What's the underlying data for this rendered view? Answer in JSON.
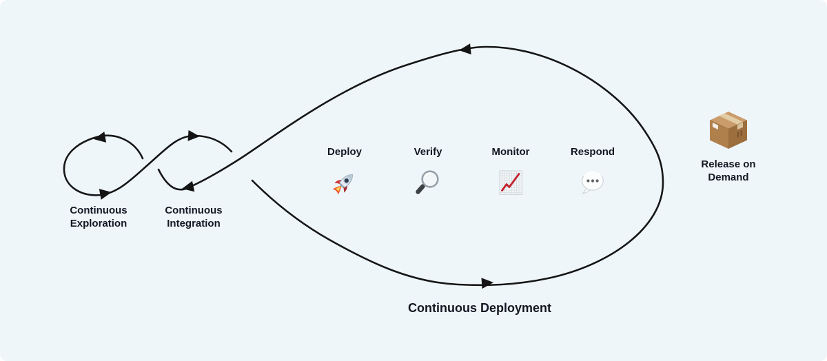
{
  "colors": {
    "background": "#eef6fa",
    "line": "#161616",
    "text": "#131722",
    "chart_line_red": "#c2232e"
  },
  "loops": {
    "exploration": {
      "line1": "Continuous",
      "line2": "Exploration"
    },
    "integration": {
      "line1": "Continuous",
      "line2": "Integration"
    },
    "deployment": {
      "label": "Continuous Deployment"
    }
  },
  "stages": [
    {
      "label": "Deploy",
      "icon": "rocket-icon"
    },
    {
      "label": "Verify",
      "icon": "magnifying-glass-icon"
    },
    {
      "label": "Monitor",
      "icon": "chart-increasing-icon"
    },
    {
      "label": "Respond",
      "icon": "speech-balloon-icon"
    }
  ],
  "release": {
    "line1": "Release on",
    "line2": "Demand",
    "icon": "package-icon"
  }
}
